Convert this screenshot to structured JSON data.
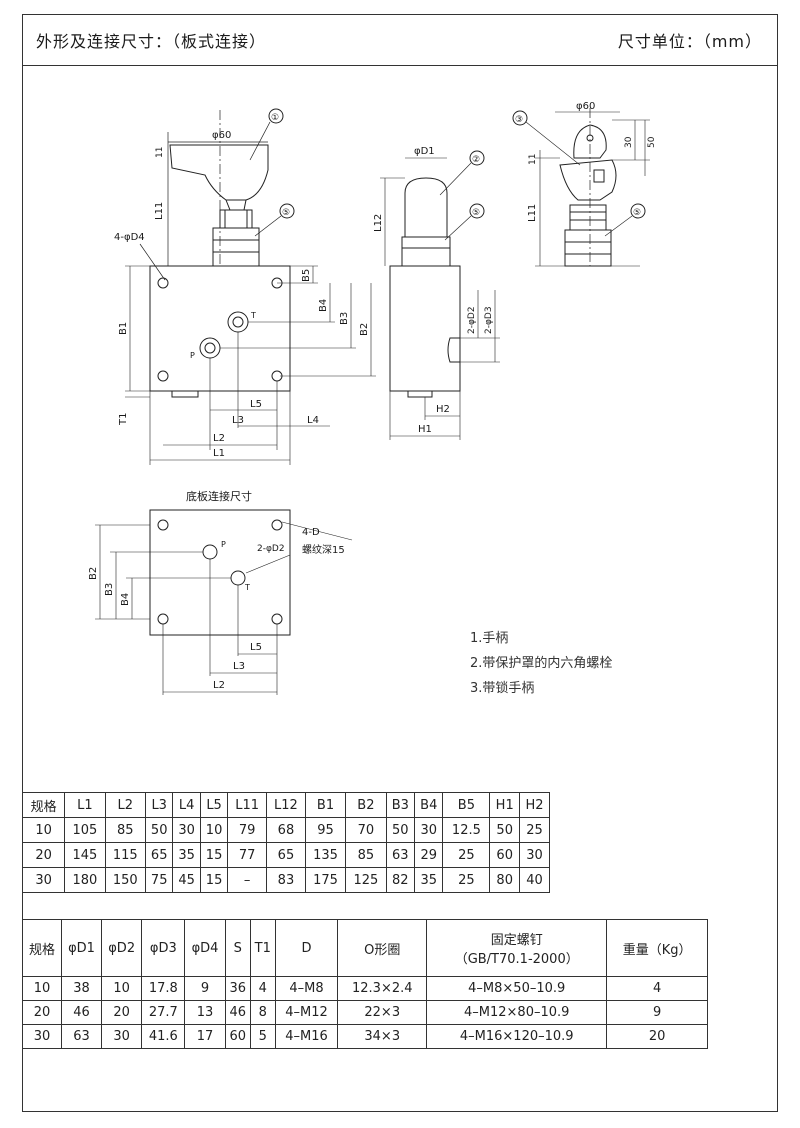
{
  "header": {
    "title": "外形及连接尺寸：（板式连接）",
    "unit": "尺寸单位：（mm）"
  },
  "drawing": {
    "balloons": [
      "①",
      "②",
      "③",
      "⑤"
    ],
    "labels": {
      "phi60": "φ60",
      "phiD1": "φD1",
      "d4": "4-φD4",
      "t": "T",
      "p": "P",
      "d2d3a": "2-φD2",
      "d2d3b": "2-φD3",
      "d30": "30",
      "d50": "50",
      "base_title": "底板连接尺寸",
      "base_4d": "4-D",
      "base_thread": "螺纹深15",
      "base_2d2": "2-φD2"
    },
    "dims": [
      "L1",
      "L2",
      "L3",
      "L4",
      "L5",
      "L11",
      "L12",
      "B1",
      "B2",
      "B3",
      "B4",
      "B5",
      "H1",
      "H2",
      "T1",
      "11"
    ]
  },
  "legend": [
    "1.手柄",
    "2.带保护罩的内六角螺栓",
    "3.带锁手柄"
  ],
  "table1": {
    "headers": [
      "规格",
      "L1",
      "L2",
      "L3",
      "L4",
      "L5",
      "L11",
      "L12",
      "B1",
      "B2",
      "B3",
      "B4",
      "B5",
      "H1",
      "H2"
    ],
    "rows": [
      [
        "10",
        "105",
        "85",
        "50",
        "30",
        "10",
        "79",
        "68",
        "95",
        "70",
        "50",
        "30",
        "12.5",
        "50",
        "25"
      ],
      [
        "20",
        "145",
        "115",
        "65",
        "35",
        "15",
        "77",
        "65",
        "135",
        "85",
        "63",
        "29",
        "25",
        "60",
        "30"
      ],
      [
        "30",
        "180",
        "150",
        "75",
        "45",
        "15",
        "–",
        "83",
        "175",
        "125",
        "82",
        "35",
        "25",
        "80",
        "40"
      ]
    ]
  },
  "table2": {
    "headers": [
      "规格",
      "φD1",
      "φD2",
      "φD3",
      "φD4",
      "S",
      "T1",
      "D",
      "O形圈",
      "固定螺钉\n（GB/T70.1-2000）",
      "重量（Kg）"
    ],
    "rows": [
      [
        "10",
        "38",
        "10",
        "17.8",
        "9",
        "36",
        "4",
        "4–M8",
        "12.3×2.4",
        "4–M8×50–10.9",
        "4"
      ],
      [
        "20",
        "46",
        "20",
        "27.7",
        "13",
        "46",
        "8",
        "4–M12",
        "22×3",
        "4–M12×80–10.9",
        "9"
      ],
      [
        "30",
        "63",
        "30",
        "41.6",
        "17",
        "60",
        "5",
        "4–M16",
        "34×3",
        "4–M16×120–10.9",
        "20"
      ]
    ]
  }
}
